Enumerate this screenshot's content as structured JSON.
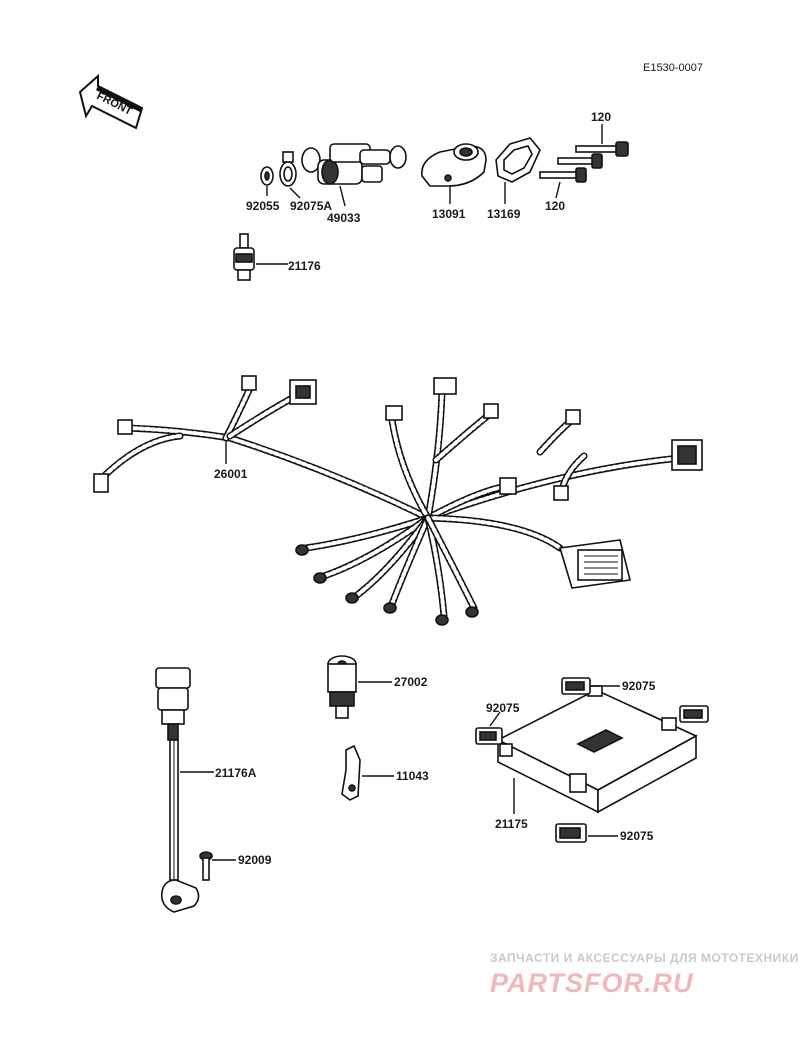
{
  "diagram": {
    "ref_code": "E1530-0007",
    "front_label": "FRONT",
    "parts": {
      "p92055": "92055",
      "p92075A": "92075A",
      "p49033": "49033",
      "p13091": "13091",
      "p13169": "13169",
      "p120_top": "120",
      "p120_bottom": "120",
      "p21176": "21176",
      "p26001": "26001",
      "p27002": "27002",
      "p11043": "11043",
      "p21176A": "21176A",
      "p92009": "92009",
      "p92075_left": "92075",
      "p92075_right": "92075",
      "p92075_bottom": "92075",
      "p21175": "21175"
    }
  },
  "watermark": {
    "line1": "ЗАПЧАСТИ И АКСЕССУАРЫ ДЛЯ МОТОТЕХНИКИ",
    "line2": "PARTSFOR.RU"
  }
}
